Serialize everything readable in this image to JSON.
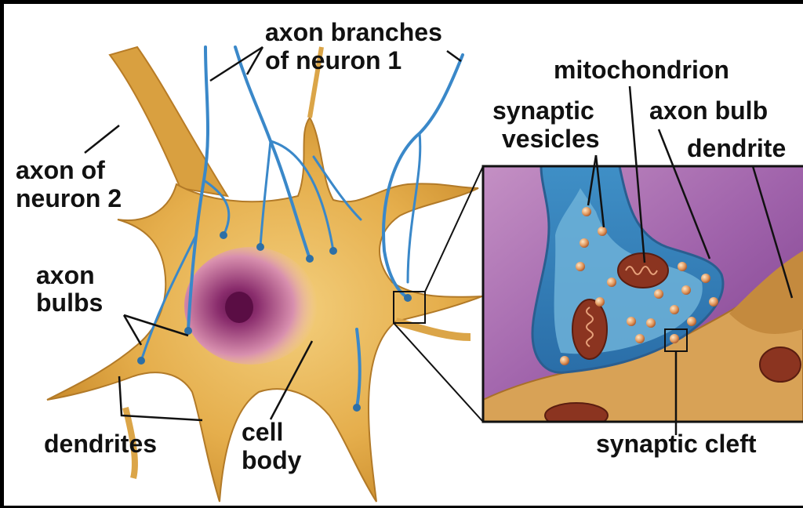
{
  "labels": {
    "axon_branches_line1": "axon branches",
    "axon_branches_line2": "of neuron 1",
    "axon_of_neuron2_line1": "axon of",
    "axon_of_neuron2_line2": "neuron 2",
    "axon_bulbs_line1": "axon",
    "axon_bulbs_line2": "bulbs",
    "dendrites": "dendrites",
    "cell_body_line1": "cell",
    "cell_body_line2": "body",
    "mitochondrion": "mitochondrion",
    "synaptic_vesicles_line1": "synaptic",
    "synaptic_vesicles_line2": "vesicles",
    "axon_bulb": "axon bulb",
    "dendrite": "dendrite",
    "synaptic_cleft": "synaptic cleft"
  },
  "colors": {
    "cell": "#e2ad48",
    "cell_dark": "#c98a2a",
    "axon_blue": "#3a88c9",
    "nucleus": "#6a1a54",
    "inset_background": "#a86ab0",
    "bulb_fill": "#6fb3d6",
    "mitochondria": "#8b3420"
  }
}
